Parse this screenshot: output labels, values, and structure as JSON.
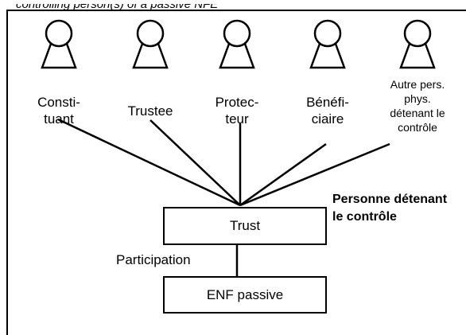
{
  "header": {
    "text": "controlling person(s) of a passive NFE"
  },
  "persons": [
    {
      "label": "Consti-\ntuant"
    },
    {
      "label": "Trustee"
    },
    {
      "label": "Protec-\nteur"
    },
    {
      "label": "Bénéfi-\nciaire"
    },
    {
      "label": "Autre pers.\nphys.\ndétenant le\ncontrôle"
    }
  ],
  "nodes": {
    "trust": "Trust",
    "enf": "ENF passive"
  },
  "edge_label": "Participation",
  "annotation": "Personne détenant\nle contrôle",
  "colors": {
    "stroke": "#000000",
    "background": "#ffffff"
  },
  "icons": {
    "person": "person-outline-icon"
  }
}
